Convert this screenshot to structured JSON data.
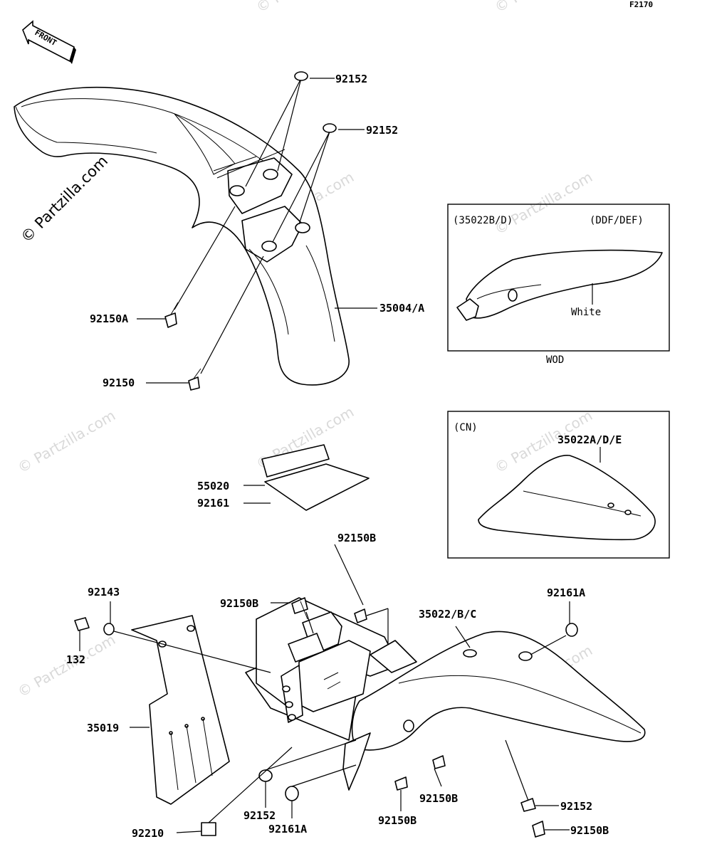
{
  "figure_code": "F2170",
  "front_arrow": "FRONT",
  "watermark_main": "© Partzilla.com",
  "watermark_repeat": "© Partzilla.com",
  "inset_top": {
    "left_code": "(35022B/D)",
    "right_code": "(DDF/DEF)",
    "color_label": "White",
    "caption": "WOD"
  },
  "inset_bottom": {
    "region": "(CN)",
    "part": "35022A/D/E"
  },
  "parts": {
    "p92152_a": "92152",
    "p92152_b": "92152",
    "p92150A": "92150A",
    "p35004A": "35004/A",
    "p92150": "92150",
    "p55020": "55020",
    "p92161": "92161",
    "p92150B_a": "92150B",
    "p92150B_b": "92150B",
    "p92143": "92143",
    "p132": "132",
    "p35022BC": "35022/B/C",
    "p92161A_a": "92161A",
    "p35019": "35019",
    "p92152_c": "92152",
    "p92161A_b": "92161A",
    "p92150B_c": "92150B",
    "p92150B_d": "92150B",
    "p92152_d": "92152",
    "p92210": "92210",
    "p92150B_e": "92150B"
  }
}
